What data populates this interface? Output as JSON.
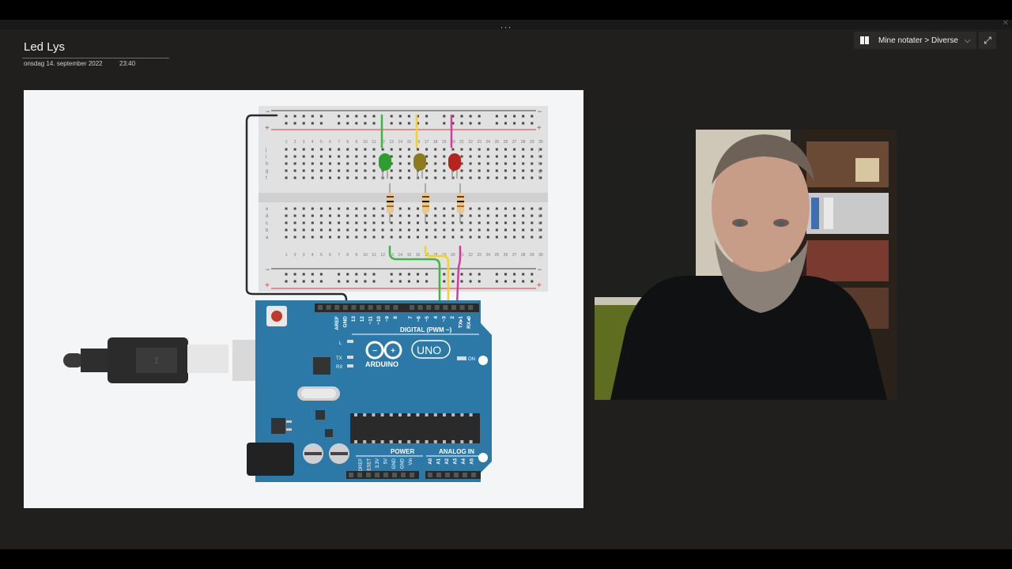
{
  "window": {
    "grab_handle": "···",
    "close_glyph": "✕"
  },
  "page": {
    "title": "Led Lys",
    "date": "onsdag 14. september 2022",
    "time": "23:40"
  },
  "notebook": {
    "path": "Mine notater > Diverse",
    "icon": "book-icon",
    "dropdown_icon": "chevron-down-icon",
    "expand_icon": "expand-icon",
    "chevron": "⌵",
    "expand_glyph": "⤢"
  },
  "circuit": {
    "breadboard": {
      "rail_minus": "−",
      "rail_plus": "+",
      "row_letters_top": [
        "j",
        "i",
        "h",
        "g",
        "f"
      ],
      "row_letters_bottom": [
        "e",
        "d",
        "c",
        "b",
        "a"
      ],
      "column_numbers": [
        "1",
        "2",
        "3",
        "4",
        "5",
        "6",
        "7",
        "8",
        "9",
        "10",
        "11",
        "12",
        "13",
        "14",
        "15",
        "16",
        "17",
        "18",
        "19",
        "20",
        "21",
        "22",
        "23",
        "24",
        "25",
        "26",
        "27",
        "28",
        "29",
        "30"
      ]
    },
    "leds": [
      {
        "color_name": "green",
        "color": "#2e9e2e"
      },
      {
        "color_name": "yellow",
        "color": "#8c7a1e"
      },
      {
        "color_name": "red",
        "color": "#b8231f"
      }
    ],
    "wire_colors": {
      "green": "#3fb54a",
      "yellow": "#f3d22b",
      "magenta": "#d63aa0",
      "black": "#2a2a2a"
    },
    "arduino": {
      "brand": "ARDUINO",
      "model": "UNO",
      "on_label": "ON",
      "l_label": "L",
      "tx_label": "TX",
      "rx_label": "RX",
      "digital_label": "DIGITAL (PWM ~)",
      "power_label": "POWER",
      "analog_label": "ANALOG IN",
      "digital_pins": [
        "AREF",
        "GND",
        "13",
        "12",
        "~11",
        "~10",
        "~9",
        "8",
        "7",
        "~6",
        "~5",
        "4",
        "~3",
        "2",
        "TX▸1",
        "RX◂0"
      ],
      "power_pins": [
        "IOREF",
        "RESET",
        "3.3V",
        "5V",
        "GND",
        "GND",
        "Vin"
      ],
      "analog_pins": [
        "A0",
        "A1",
        "A2",
        "A3",
        "A4",
        "A5"
      ],
      "board_color": "#2c79a8"
    }
  }
}
